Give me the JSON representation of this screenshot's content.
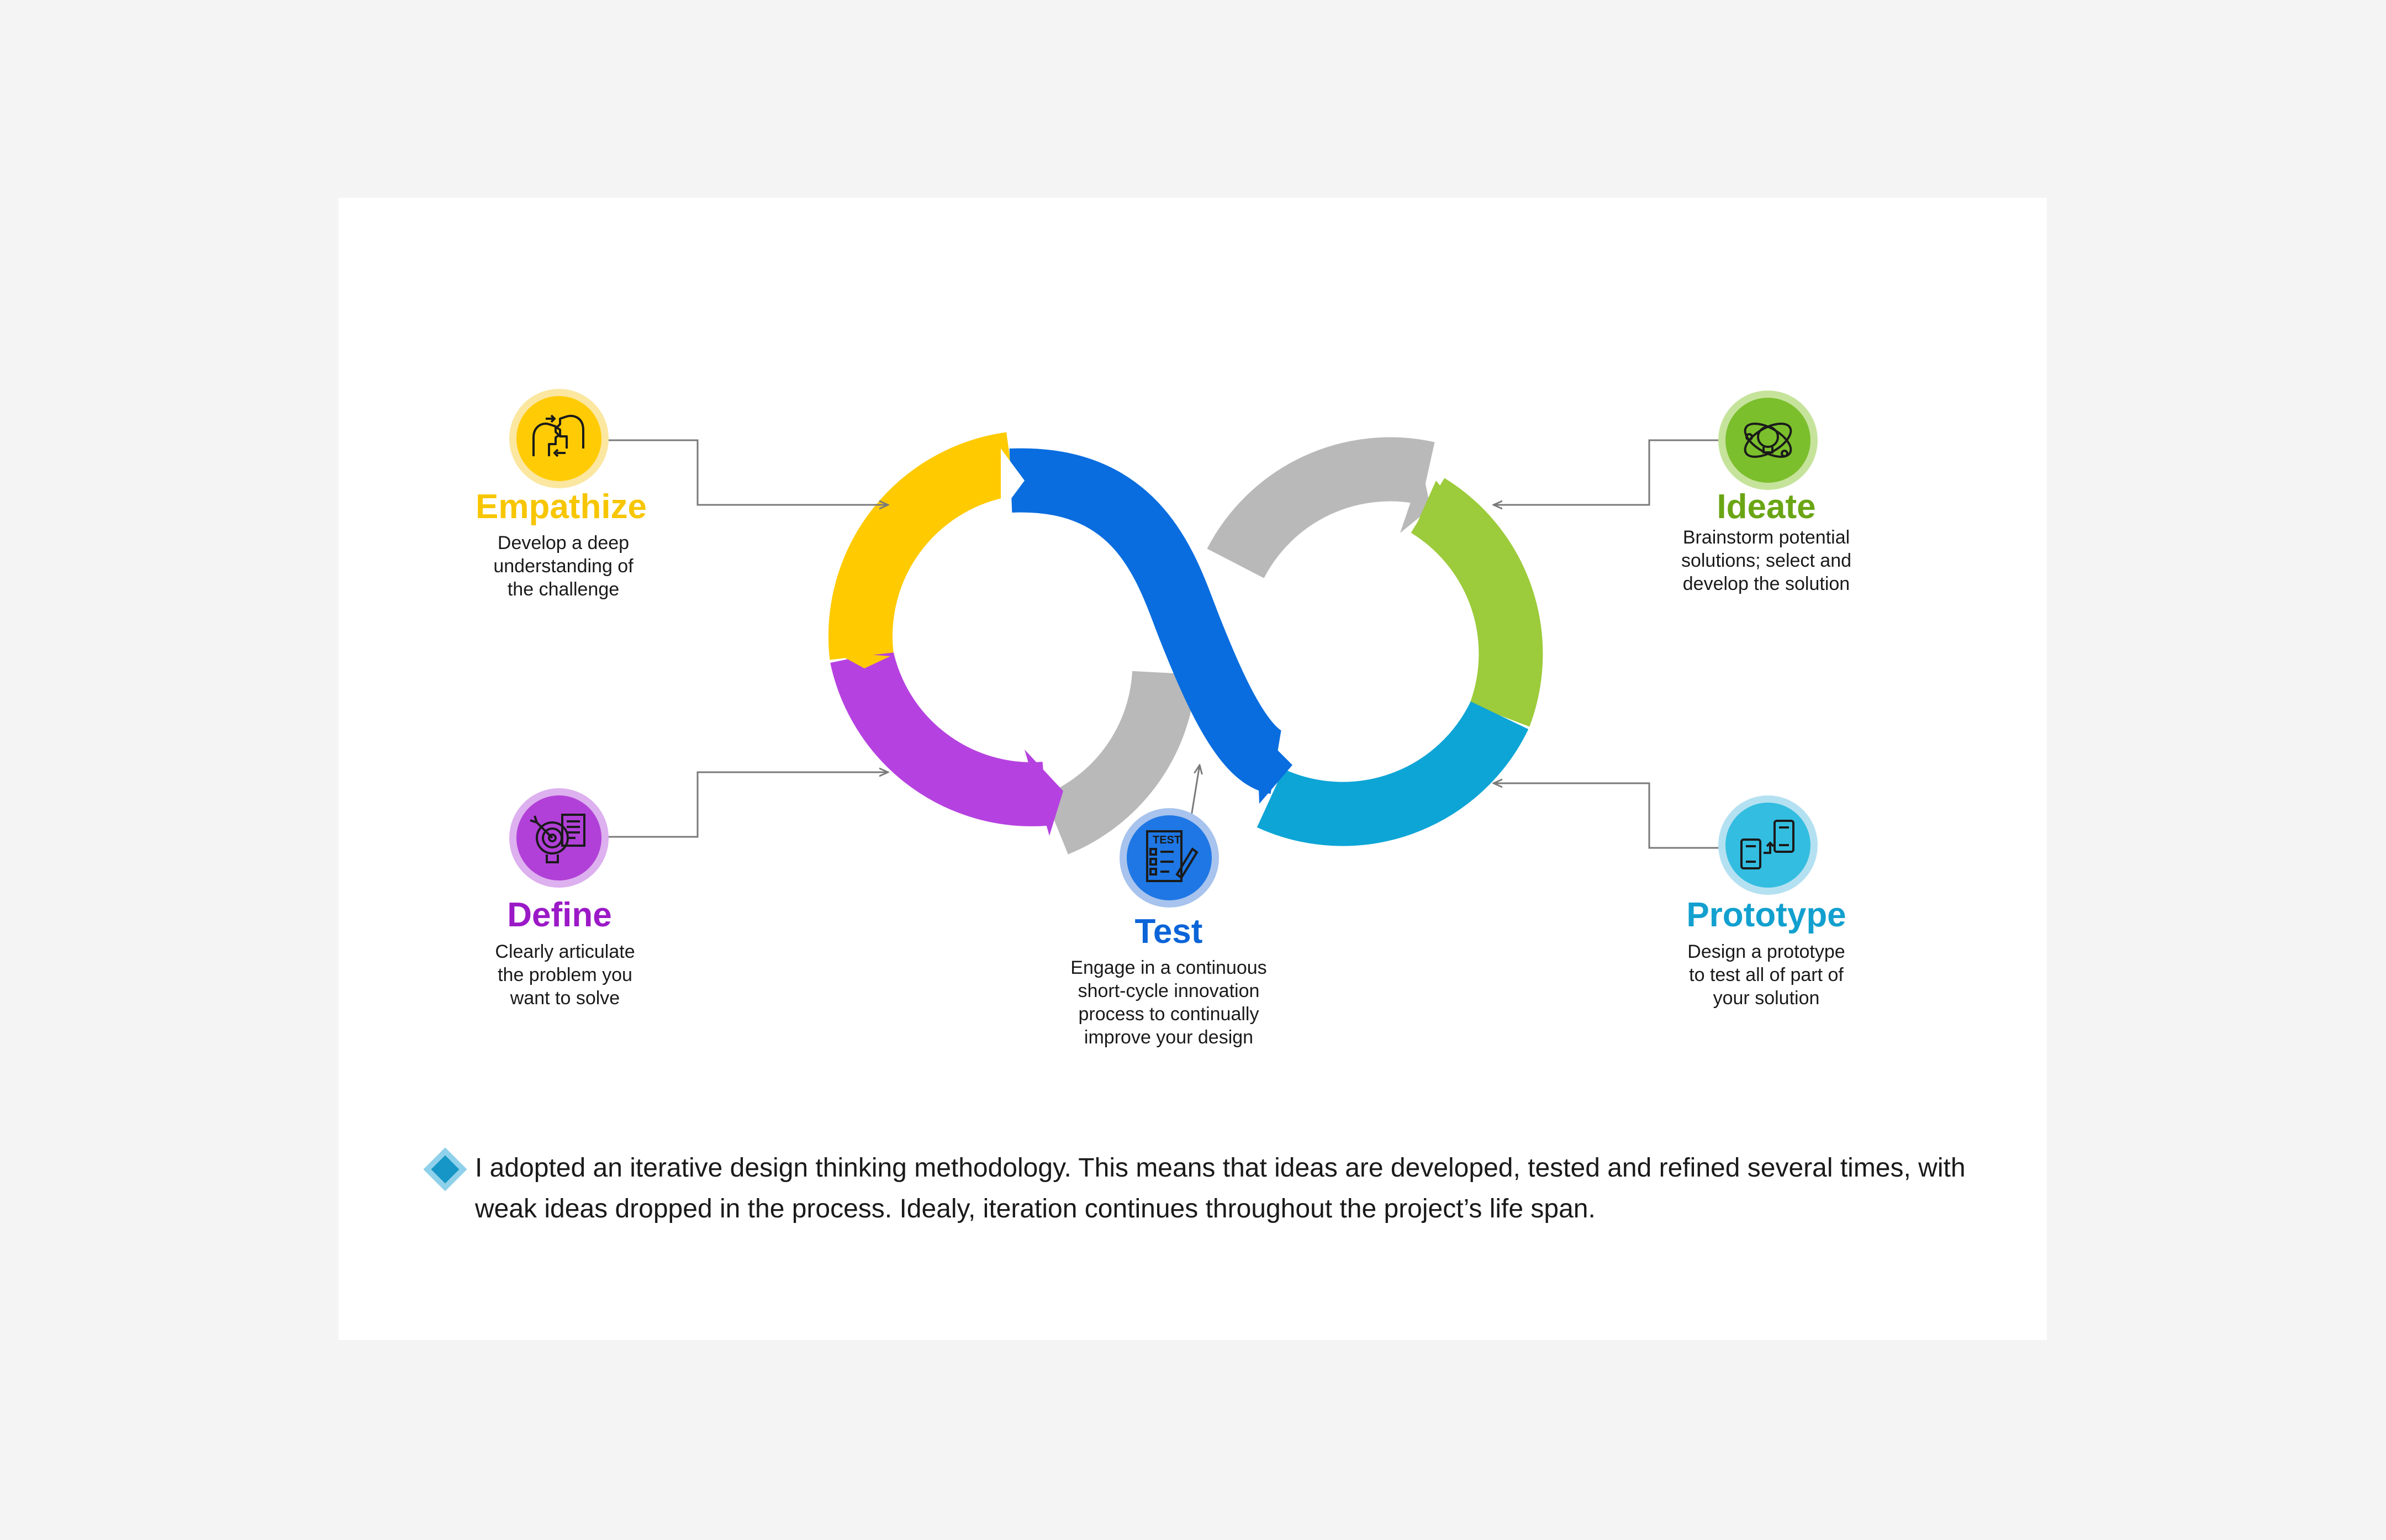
{
  "stages": {
    "empathize": {
      "icon": "two-heads-icon",
      "color": "#f7c600",
      "title": "Empathize",
      "desc": [
        "Develop a deep",
        "understanding of",
        "the challenge"
      ]
    },
    "define": {
      "icon": "target-document-icon",
      "color": "#9b19c7",
      "title": "Define",
      "desc": [
        "Clearly articulate",
        "the problem you",
        "want to solve"
      ]
    },
    "test": {
      "icon": "test-checklist-icon",
      "color": "#0b64d8",
      "title": "Test",
      "desc": [
        "Engage in a continuous",
        "short-cycle innovation",
        "process to continually",
        "improve your design"
      ]
    },
    "ideate": {
      "icon": "lightbulb-atom-icon",
      "color": "#6aa514",
      "title": "Ideate",
      "desc": [
        "Brainstorm potential",
        "solutions; select and",
        "develop the solution"
      ]
    },
    "prototype": {
      "icon": "devices-prototype-icon",
      "color": "#12a0cf",
      "title": "Prototype",
      "desc": [
        "Design a prototype",
        "to test all of part of",
        "your solution"
      ]
    }
  },
  "loop_colors": {
    "yellow": "#ffca00",
    "purple": "#b542e0",
    "blue": "#096ddf",
    "green": "#9ccb3b",
    "teal": "#0da5d6",
    "gray": "#b9b9b9"
  },
  "note": {
    "bullet_icon": "diamond-bullet-icon",
    "text": "I adopted an iterative design thinking methodology. This means that ideas are developed, tested and refined several times, with weak ideas dropped in the process. Idealy, iteration continues throughout the project’s life span."
  }
}
